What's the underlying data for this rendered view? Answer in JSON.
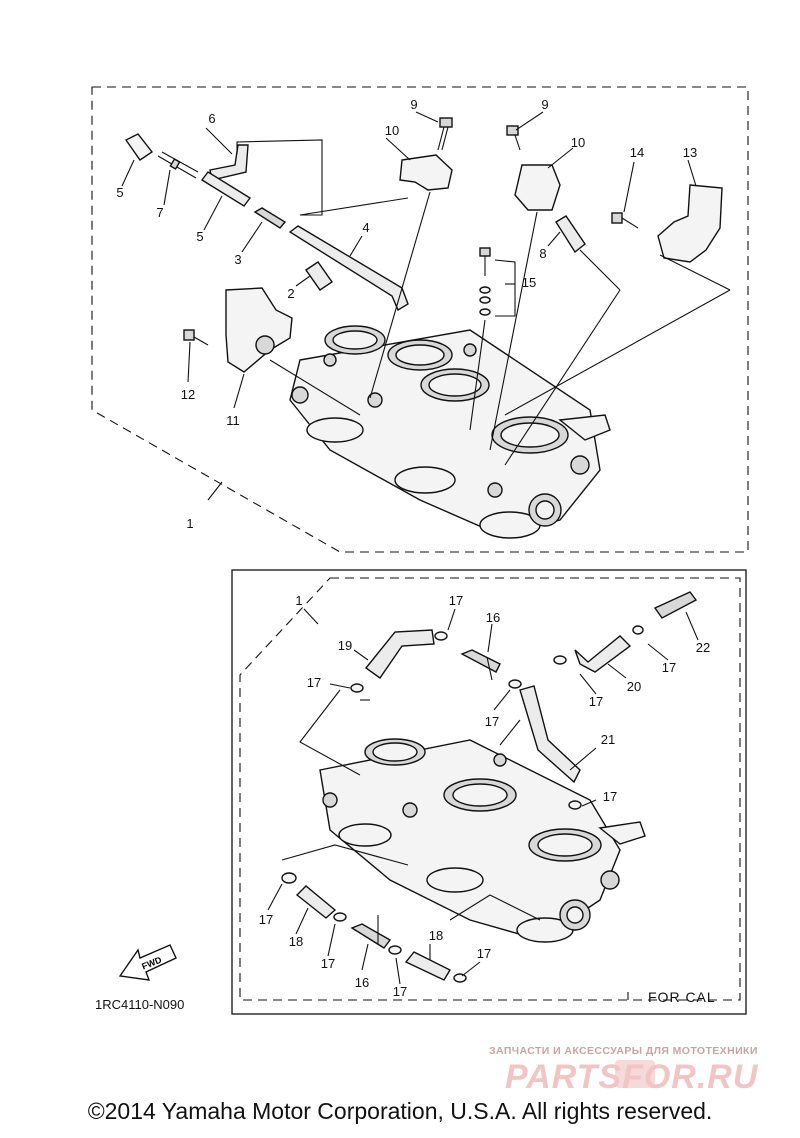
{
  "callouts": {
    "c1a": "1",
    "c2": "2",
    "c3": "3",
    "c4": "4",
    "c5a": "5",
    "c5b": "5",
    "c6": "6",
    "c7": "7",
    "c8": "8",
    "c9a": "9",
    "c9b": "9",
    "c10a": "10",
    "c10b": "10",
    "c11": "11",
    "c12": "12",
    "c13": "13",
    "c14": "14",
    "c15": "15",
    "c1b": "1",
    "c16a": "16",
    "c16b": "16",
    "c17a": "17",
    "c17b": "17",
    "c17c": "17",
    "c17d": "17",
    "c17e": "17",
    "c17f": "17",
    "c17g": "17",
    "c17h": "17",
    "c17i": "17",
    "c17j": "17",
    "c18a": "18",
    "c18b": "18",
    "c19": "19",
    "c20": "20",
    "c21": "21",
    "c22": "22"
  },
  "variant_label": "FOR CAL",
  "fwd_label": "FWD",
  "diagram_code": "1RC4110-N090",
  "watermark": {
    "subtitle": "ЗАПЧАСТИ И АКСЕССУАРЫ ДЛЯ МОТОТЕХНИКИ",
    "logo": "PARTSFOR.RU"
  },
  "copyright": "©2014 Yamaha Motor Corporation, U.S.A. All rights reserved."
}
